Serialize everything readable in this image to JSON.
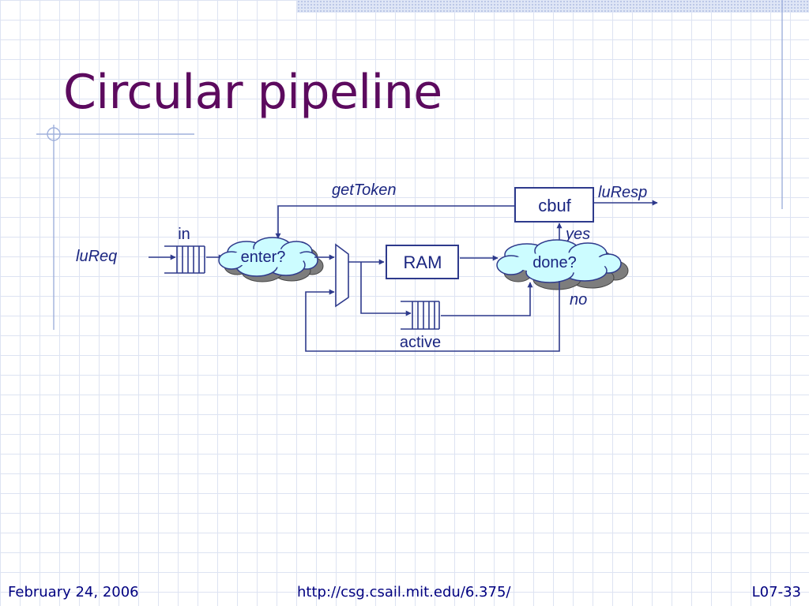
{
  "slide": {
    "title": "Circular pipeline"
  },
  "diagram": {
    "labels": {
      "get_token": "getToken",
      "lu_resp": "luResp",
      "cbuf": "cbuf",
      "in": "in",
      "yes": "yes",
      "lu_req": "luReq",
      "enter": "enter?",
      "ram": "RAM",
      "done": "done?",
      "no": "no",
      "active": "active"
    }
  },
  "footer": {
    "date": "February 24, 2006",
    "url": "http://csg.csail.mit.edu/6.375/",
    "page": "L07-33"
  },
  "colors": {
    "title": "#5c0a5e",
    "lines": "#2e3a8c",
    "cloud_fill": "#ccfcff",
    "footer_text": "#000080",
    "grid": "#dde3f2"
  }
}
